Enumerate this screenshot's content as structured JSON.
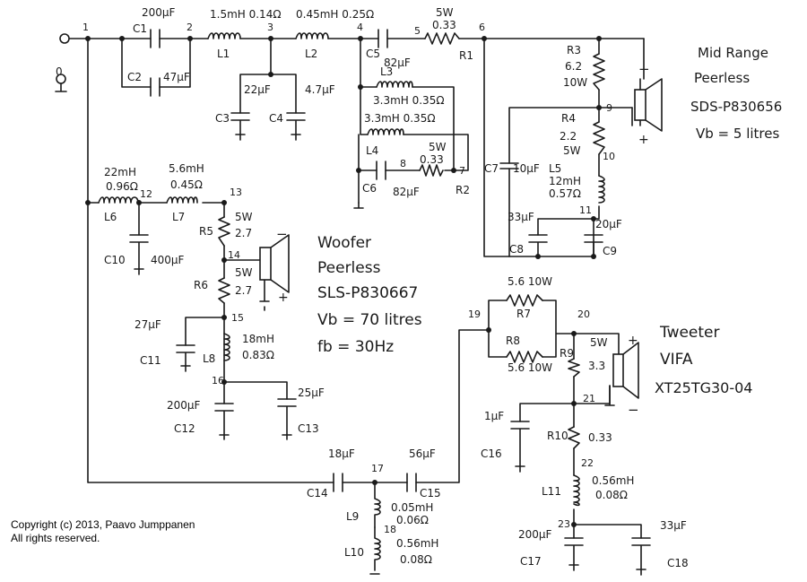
{
  "nodes": {
    "n1": "1",
    "n2": "2",
    "n3": "3",
    "n4": "4",
    "n5": "5",
    "n6": "6",
    "n7": "7",
    "n8": "8",
    "n9": "9",
    "n10": "10",
    "n11": "11",
    "n12": "12",
    "n13": "13",
    "n14": "14",
    "n15": "15",
    "n16": "16",
    "n17": "17",
    "n18": "18",
    "n19": "19",
    "n20": "20",
    "n21": "21",
    "n22": "22",
    "n23": "23"
  },
  "input_ground": "0",
  "components": {
    "C1": {
      "name": "C1",
      "value": "200μF"
    },
    "C2": {
      "name": "C2",
      "value": "47μF"
    },
    "L1": {
      "name": "L1",
      "value": "1.5mH 0.14Ω"
    },
    "L2": {
      "name": "L2",
      "value": "0.45mH 0.25Ω"
    },
    "C3": {
      "name": "C3",
      "value": "22μF"
    },
    "C4": {
      "name": "C4",
      "value": "4.7μF"
    },
    "C5": {
      "name": "C5",
      "value": "82μF"
    },
    "R1": {
      "name": "R1",
      "value": "5W",
      "value2": "0.33"
    },
    "L3": {
      "name": "L3",
      "value": "3.3mH 0.35Ω"
    },
    "L4": {
      "name": "L4",
      "value": "3.3mH 0.35Ω"
    },
    "C6": {
      "name": "C6",
      "value": "82μF"
    },
    "R2": {
      "name": "R2",
      "value": "5W",
      "value2": "0.33"
    },
    "R3": {
      "name": "R3",
      "value": "6.2",
      "value2": "10W"
    },
    "R4": {
      "name": "R4",
      "value": "2.2",
      "value2": "5W"
    },
    "C7": {
      "name": "C7",
      "value": "10μF"
    },
    "L5": {
      "name": "L5",
      "value": "12mH",
      "value2": "0.57Ω"
    },
    "C8": {
      "name": "C8",
      "value": "33μF"
    },
    "C9": {
      "name": "C9",
      "value": "20μF"
    },
    "L6": {
      "name": "L6",
      "value": "22mH",
      "value2": "0.96Ω"
    },
    "L7": {
      "name": "L7",
      "value": "5.6mH",
      "value2": "0.45Ω"
    },
    "C10": {
      "name": "C10",
      "value": "400μF"
    },
    "R5": {
      "name": "R5",
      "value": "5W",
      "value2": "2.7"
    },
    "R6": {
      "name": "R6",
      "value": "5W",
      "value2": "2.7"
    },
    "C11": {
      "name": "C11",
      "value": "27μF"
    },
    "L8": {
      "name": "L8",
      "value": "18mH",
      "value2": "0.83Ω"
    },
    "C12": {
      "name": "C12",
      "value": "200μF"
    },
    "C13": {
      "name": "C13",
      "value": "25μF"
    },
    "C14": {
      "name": "C14",
      "value": "18μF"
    },
    "C15": {
      "name": "C15",
      "value": "56μF"
    },
    "L9": {
      "name": "L9",
      "value": "0.05mH",
      "value2": "0.06Ω"
    },
    "L10": {
      "name": "L10",
      "value": "0.56mH",
      "value2": "0.08Ω"
    },
    "R7": {
      "name": "R7",
      "value": "5.6 10W"
    },
    "R8": {
      "name": "R8",
      "value": "5.6 10W"
    },
    "R9": {
      "name": "R9",
      "value": "5W",
      "value2": "3.3"
    },
    "C16": {
      "name": "C16",
      "value": "1μF"
    },
    "R10": {
      "name": "R10",
      "value": "0.33"
    },
    "L11": {
      "name": "L11",
      "value": "0.56mH",
      "value2": "0.08Ω"
    },
    "C17": {
      "name": "C17",
      "value": "200μF"
    },
    "C18": {
      "name": "C18",
      "value": "33μF"
    }
  },
  "drivers": {
    "midrange": {
      "line1": "Mid Range",
      "line2": "Peerless",
      "line3": "SDS-P830656",
      "line4": "Vb = 5 litres"
    },
    "woofer": {
      "line1": "Woofer",
      "line2": "Peerless",
      "line3": "SLS-P830667",
      "line4": "Vb = 70 litres",
      "line5": "fb = 30Hz"
    },
    "tweeter": {
      "line1": "Tweeter",
      "line2": "VIFA",
      "line3": "XT25TG30-04"
    }
  },
  "polarity": {
    "minus": "−",
    "plus": "+"
  },
  "copyright": {
    "line1": "Copyright (c) 2013, Paavo Jumppanen",
    "line2": "All rights reserved."
  }
}
